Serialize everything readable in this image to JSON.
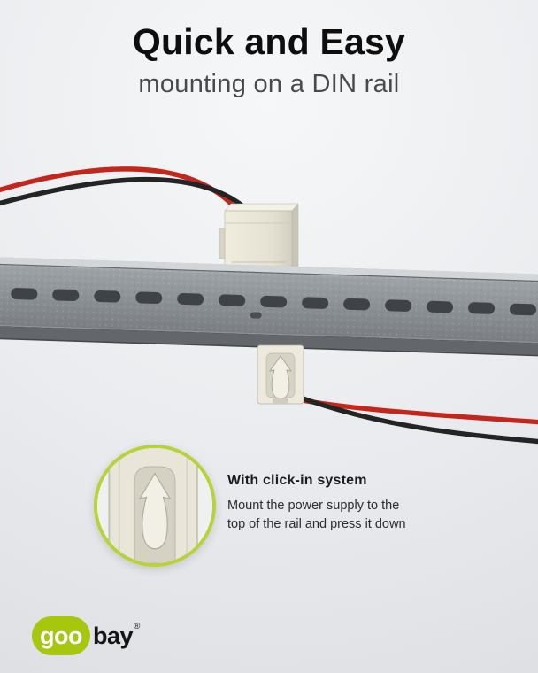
{
  "header": {
    "title": "Quick and Easy",
    "subtitle": "mounting on a DIN rail"
  },
  "callout": {
    "heading": "With click-in system",
    "line1": "Mount the power supply to the",
    "line2": "top of the rail and press it down"
  },
  "logo": {
    "goo": "goo",
    "bay": "bay",
    "registered_mark": "®"
  },
  "colors": {
    "accent_green": "#a6c70e",
    "circle_green": "#b8d23a",
    "wire_red": "#c3271b",
    "wire_black": "#242424",
    "device_beige": "#e7e3d5",
    "rail_gray": "#8a8f94",
    "background": "#eaecef"
  }
}
